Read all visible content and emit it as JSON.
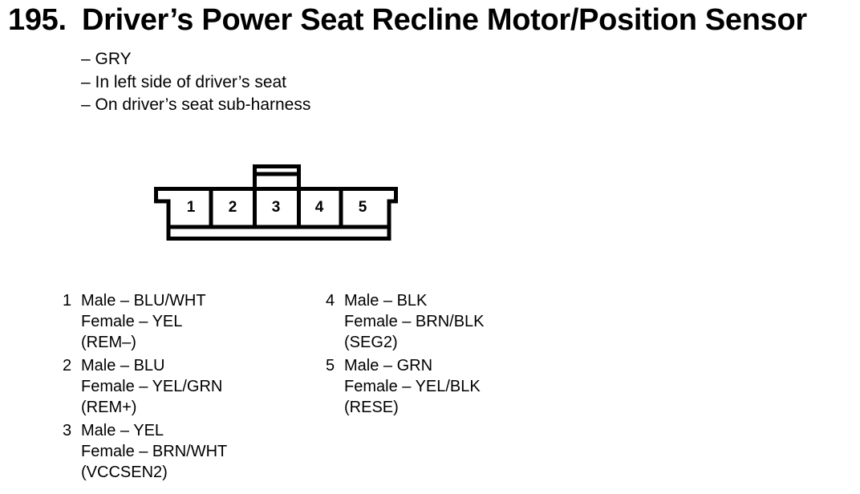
{
  "header": {
    "number": "195.",
    "title": "Driver’s Power Seat Recline Motor/Position Sensor"
  },
  "notes": [
    "– GRY",
    "– In left side of driver’s seat",
    "– On driver’s seat sub-harness"
  ],
  "connector": {
    "cavities": [
      "1",
      "2",
      "3",
      "4",
      "5"
    ]
  },
  "pins": [
    {
      "num": "1",
      "male": "Male – BLU/WHT",
      "female": "Female – YEL",
      "signal": "(REM–)"
    },
    {
      "num": "2",
      "male": "Male – BLU",
      "female": "Female – YEL/GRN",
      "signal": "(REM+)"
    },
    {
      "num": "3",
      "male": "Male – YEL",
      "female": "Female – BRN/WHT",
      "signal": "(VCCSEN2)"
    },
    {
      "num": "4",
      "male": "Male – BLK",
      "female": "Female – BRN/BLK",
      "signal": "(SEG2)"
    },
    {
      "num": "5",
      "male": "Male – GRN",
      "female": "Female – YEL/BLK",
      "signal": "(RESE)"
    }
  ]
}
